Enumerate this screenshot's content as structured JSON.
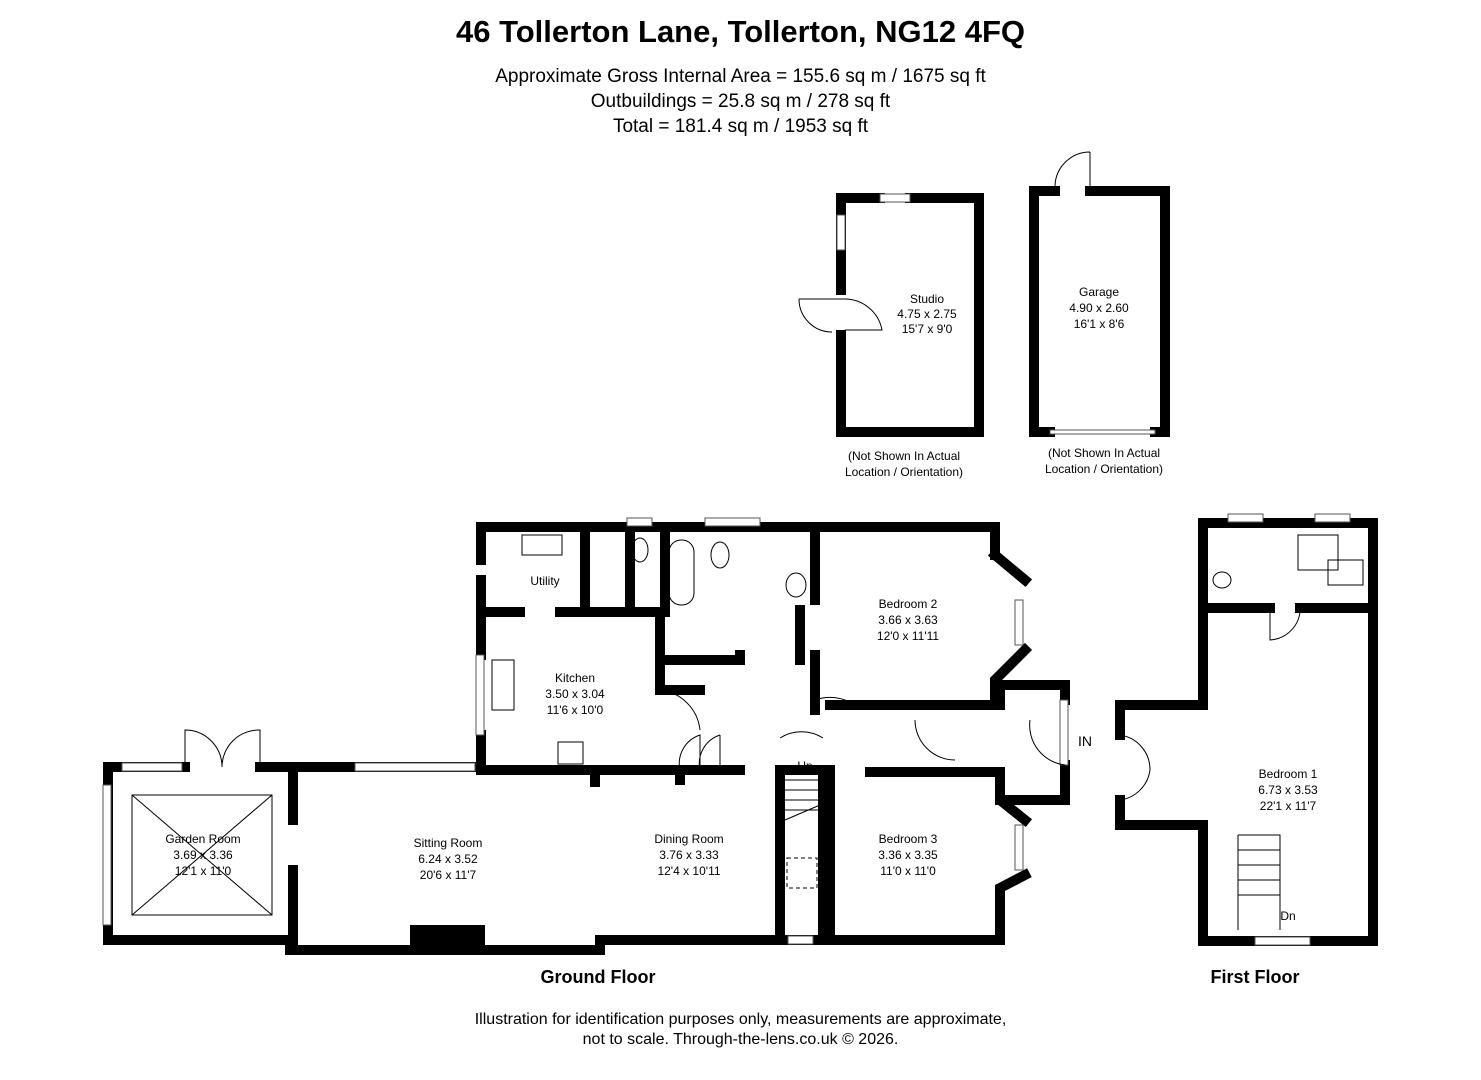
{
  "header": {
    "title": "46 Tollerton Lane, Tollerton, NG12 4FQ",
    "gross_internal_area": "Approximate Gross Internal Area = 155.6 sq m / 1675 sq ft",
    "outbuildings": "Outbuildings = 25.8 sq m / 278 sq ft",
    "total": "Total = 181.4 sq m / 1953 sq ft"
  },
  "outbuildings": {
    "studio": {
      "name": "Studio",
      "metric": "4.75 x 2.75",
      "imperial": "15'7 x 9'0",
      "note1": "(Not Shown In Actual",
      "note2": "Location / Orientation)"
    },
    "garage": {
      "name": "Garage",
      "metric": "4.90 x 2.60",
      "imperial": "16'1 x 8'6",
      "note1": "(Not Shown In Actual",
      "note2": "Location / Orientation)"
    }
  },
  "ground_floor": {
    "label": "Ground Floor",
    "entrance": "IN",
    "stairs": "Up",
    "rooms": [
      {
        "name": "Utility",
        "metric": "",
        "imperial": ""
      },
      {
        "name": "Kitchen",
        "metric": "3.50 x 3.04",
        "imperial": "11'6 x 10'0"
      },
      {
        "name": "Bedroom 2",
        "metric": "3.66 x 3.63",
        "imperial": "12'0 x 11'11"
      },
      {
        "name": "Garden Room",
        "metric": "3.69 x 3.36",
        "imperial": "12'1 x 11'0"
      },
      {
        "name": "Sitting Room",
        "metric": "6.24 x 3.52",
        "imperial": "20'6 x 11'7"
      },
      {
        "name": "Dining Room",
        "metric": "3.76 x 3.33",
        "imperial": "12'4 x 10'11"
      },
      {
        "name": "Bedroom 3",
        "metric": "3.36 x 3.35",
        "imperial": "11'0 x 11'0"
      }
    ]
  },
  "first_floor": {
    "label": "First Floor",
    "stairs": "Dn",
    "rooms": [
      {
        "name": "Bedroom 1",
        "metric": "6.73 x 3.53",
        "imperial": "22'1 x 11'7"
      }
    ]
  },
  "footer": {
    "line1": "Illustration for identification purposes only, measurements are approximate,",
    "line2": "not to scale. Through-the-lens.co.uk © 2026."
  }
}
